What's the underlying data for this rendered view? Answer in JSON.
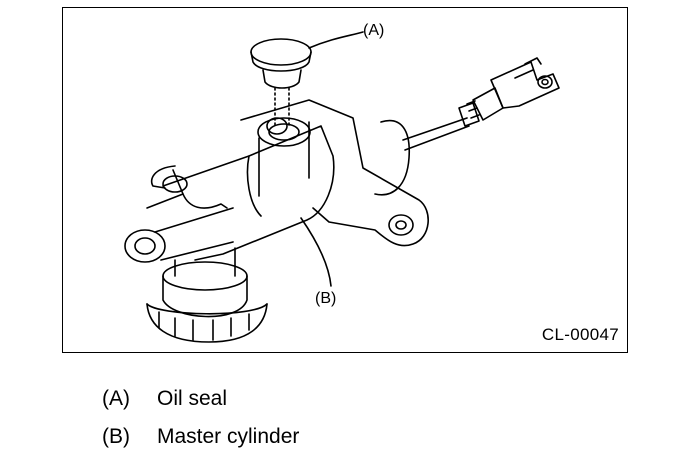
{
  "figure": {
    "id": "CL-00047",
    "callouts": {
      "a": "(A)",
      "b": "(B)"
    }
  },
  "legend": [
    {
      "key": "(A)",
      "label": "Oil seal"
    },
    {
      "key": "(B)",
      "label": "Master cylinder"
    }
  ]
}
